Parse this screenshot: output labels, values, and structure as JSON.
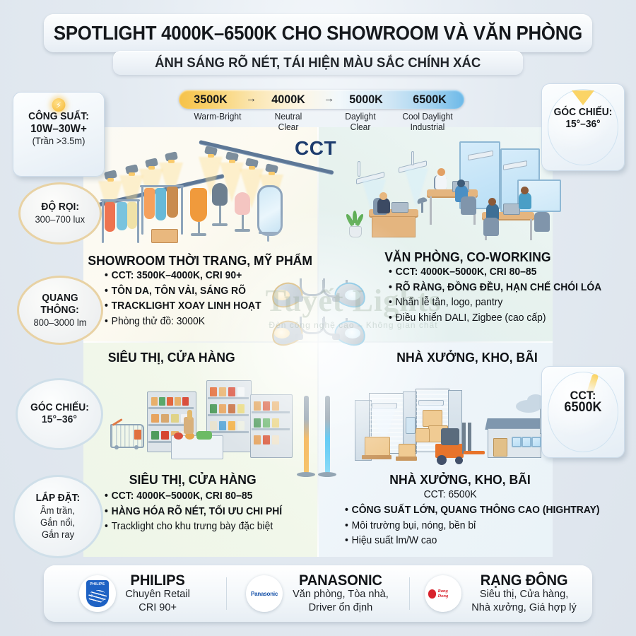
{
  "header": {
    "title": "SPOTLIGHT 4000K–6500K CHO SHOWROOM VÀ VĂN PHÒNG",
    "subtitle": "ÁNH SÁNG RÕ NÉT, TÁI HIỆN MÀU SẮC CHÍNH XÁC"
  },
  "cct_scale": {
    "label": "CCT",
    "arrow": "→",
    "stops": [
      {
        "k": "3500K",
        "caption": "Warm-Bright"
      },
      {
        "k": "4000K",
        "caption": "Neutral\nClear"
      },
      {
        "k": "5000K",
        "caption": "Daylight\nClear"
      },
      {
        "k": "6500K",
        "caption": "Cool Daylight\nIndustrial"
      }
    ],
    "captions": [
      "Warm-Bright",
      "Neutral",
      "Clear",
      "Daylight",
      "Clear",
      "Cool Daylight",
      "Industrial"
    ],
    "gradient_warm": "#f6c24a",
    "gradient_cool": "#6cb9e8"
  },
  "badges_left": [
    {
      "id": "cong-suat",
      "shape": "panel",
      "icon": "lightning-bolt-icon",
      "lines": [
        "CÔNG SUẤT:",
        "10W–30W+",
        "(Trần >3.5m)"
      ]
    },
    {
      "id": "do-roi",
      "shape": "circle-gold",
      "lines": [
        "ĐỘ RỌI:",
        "300–700 lux"
      ]
    },
    {
      "id": "quang-thong",
      "shape": "circle-gold",
      "lines": [
        "QUANG",
        "THÔNG:",
        "800–3000 lm"
      ]
    },
    {
      "id": "goc-chieu-left",
      "shape": "circle-blue",
      "lines": [
        "GÓC CHIẾU:",
        "15°–36°"
      ]
    },
    {
      "id": "lap-dat",
      "shape": "circle-blue",
      "lines": [
        "LẮP ĐẶT:",
        "Âm trần,",
        "Gắn nổi,",
        "Gắn ray"
      ]
    }
  ],
  "badges_right": [
    {
      "id": "goc-chieu-right",
      "shape": "panel",
      "icon": "beam-cone-icon",
      "lines": [
        "GÓC CHIẾU:",
        "15°–36°"
      ]
    },
    {
      "id": "cct-6500k",
      "shape": "panel",
      "icon": "light-ray-icon",
      "lines": [
        "CCT:",
        "6500K"
      ]
    }
  ],
  "quadrants": [
    {
      "id": "showroom",
      "heading": "SHOWROOM THỜI TRANG, MỸ PHẨM",
      "scene": "fashion-showroom-illustration",
      "bullets": [
        {
          "text": "CCT: 3500K–4000K, CRI 90+",
          "style": "caps"
        },
        {
          "text": "TÔN DA, TÔN VẢI, SÁNG RÕ",
          "style": "caps"
        },
        {
          "text": "TRACKLIGHT XOAY LINH HOẠT",
          "style": "caps"
        },
        {
          "text": "Phòng thử đồ: 3000K",
          "style": "plain"
        }
      ]
    },
    {
      "id": "office",
      "heading": "VĂN PHÒNG, CO-WORKING",
      "scene": "office-coworking-illustration",
      "bullets": [
        {
          "text": "CCT: 4000K–5000K, CRI 80–85",
          "style": "caps"
        },
        {
          "text": "RÕ RÀNG, ĐỒNG ĐỀU, HẠN CHẾ CHÓI LÓA",
          "style": "caps"
        },
        {
          "text": "Nhấn lễ tân, logo, pantry",
          "style": "plain"
        },
        {
          "text": "Điều khiển DALI, Zigbee (cao cấp)",
          "style": "plain"
        }
      ]
    },
    {
      "id": "supermarket",
      "heading": "SIÊU THỊ, CỬA HÀNG",
      "heading_top": "SIÊU THỊ, CỬA HÀNG",
      "scene": "supermarket-illustration",
      "bullets": [
        {
          "text": "CCT: 4000K–5000K, CRI 80–85",
          "style": "caps"
        },
        {
          "text": "HÀNG HÓA RÕ NÉT, TỐI ƯU CHI PHÍ",
          "style": "caps"
        },
        {
          "text": "Tracklight cho khu trưng bày đặc biệt",
          "style": "plain"
        }
      ]
    },
    {
      "id": "warehouse",
      "heading": "NHÀ XƯỞNG, KHO, BÃI",
      "heading_top": "NHÀ XƯỞNG, KHO, BÃI",
      "scene": "warehouse-factory-illustration",
      "note": "CCT: 6500K",
      "bullets": [
        {
          "text": "CÔNG SUẤT LỚN, QUANG THÔNG CAO (HIGHTRAY)",
          "style": "caps"
        },
        {
          "text": "Môi trường bụi, nóng, bền bỉ",
          "style": "plain"
        },
        {
          "text": "Hiệu suất lm/W cao",
          "style": "plain"
        }
      ]
    }
  ],
  "watermark": {
    "line1": "Tuyết Lights",
    "line2": "Đèn công nghệ cao – Không gian chất"
  },
  "brands": [
    {
      "id": "philips",
      "logo": "philips-shield-logo",
      "logo_text": "PHILIPS",
      "name": "PHILIPS",
      "desc": [
        "Chuyên Retail",
        "CRI 90+"
      ]
    },
    {
      "id": "panasonic",
      "logo": "panasonic-logo",
      "logo_text": "Panasonic",
      "name": "PANASONIC",
      "desc": [
        "Văn phòng, Tòa nhà,",
        "Driver ổn định"
      ]
    },
    {
      "id": "rang-dong",
      "logo": "rang-dong-logo",
      "logo_text": "Rang Dong",
      "name": "RẠNG ĐÔNG",
      "desc": [
        "Siêu thị, Cửa hàng,",
        "Nhà xưởng, Giá hợp lý"
      ]
    }
  ],
  "bullet_char": "•"
}
